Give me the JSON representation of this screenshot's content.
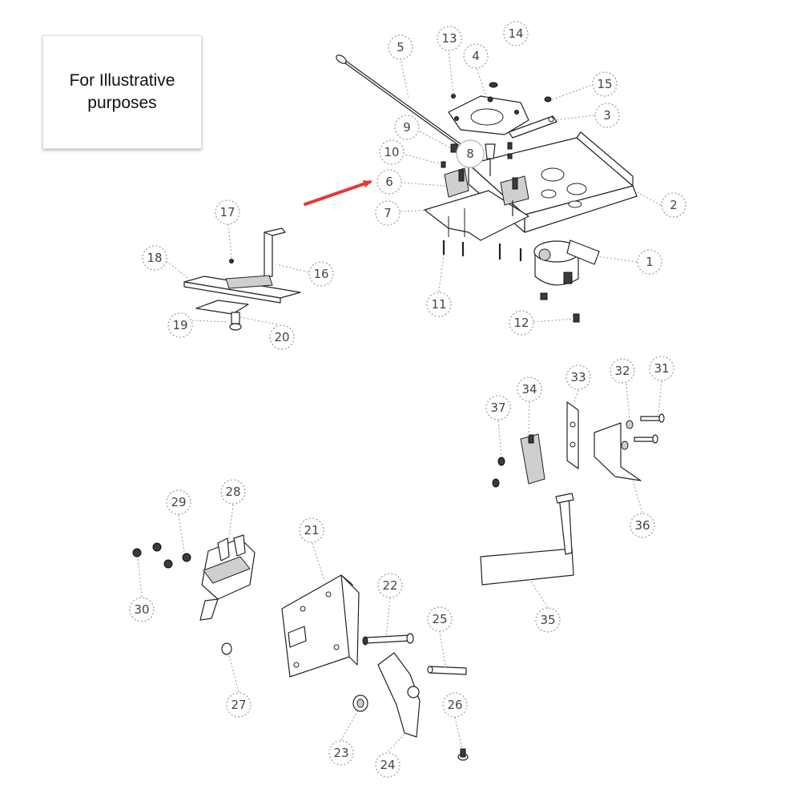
{
  "note": {
    "text": "For Illustrative purposes"
  },
  "callouts": [
    "1",
    "2",
    "3",
    "4",
    "5",
    "6",
    "7",
    "8",
    "9",
    "10",
    "11",
    "12",
    "13",
    "14",
    "15",
    "16",
    "17",
    "18",
    "19",
    "20",
    "21",
    "22",
    "23",
    "24",
    "25",
    "26",
    "27",
    "28",
    "29",
    "30",
    "31",
    "32",
    "33",
    "34",
    "35",
    "36",
    "37"
  ],
  "colors": {
    "pointer_arrow": "#e53935",
    "line": "#222222",
    "callout_ring": "#9a9a9a",
    "callout_text": "#444444"
  },
  "icons": {
    "pointer": "red-arrow-icon"
  }
}
